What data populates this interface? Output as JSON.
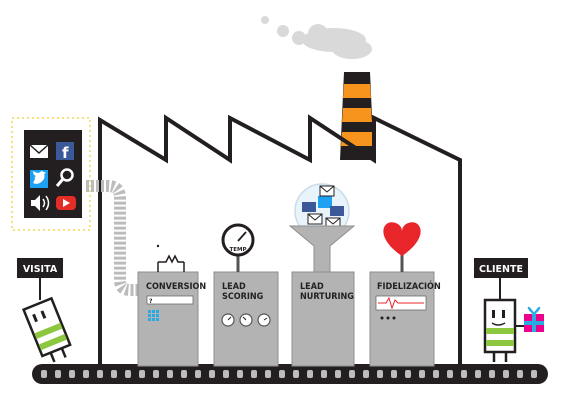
{
  "signs": {
    "visit": "VISITA",
    "client": "CLIENTE"
  },
  "stages": {
    "conversion": "CONVERSION",
    "scoring_line1": "LEAD",
    "scoring_line2": "SCORING",
    "nurturing_line1": "LEAD",
    "nurturing_line2": "NURTURING",
    "loyalty": "FIDELIZACIÓN"
  },
  "gauge_label": "TEMP",
  "colors": {
    "chimney_orange": "#f7941d",
    "machine_gray": "#b3b3b3",
    "heart_red": "#e8262a",
    "person_green": "#8dc63f",
    "keypad_blue": "#29abe2",
    "social_dark": "#231f20",
    "twitter_blue": "#1da1f2",
    "facebook_blue": "#3b5998",
    "youtube_red": "#e52d27",
    "gift_pink": "#ec008c"
  },
  "icons": [
    "email-icon",
    "facebook-icon",
    "twitter-icon",
    "search-icon",
    "speaker-icon",
    "youtube-icon"
  ]
}
